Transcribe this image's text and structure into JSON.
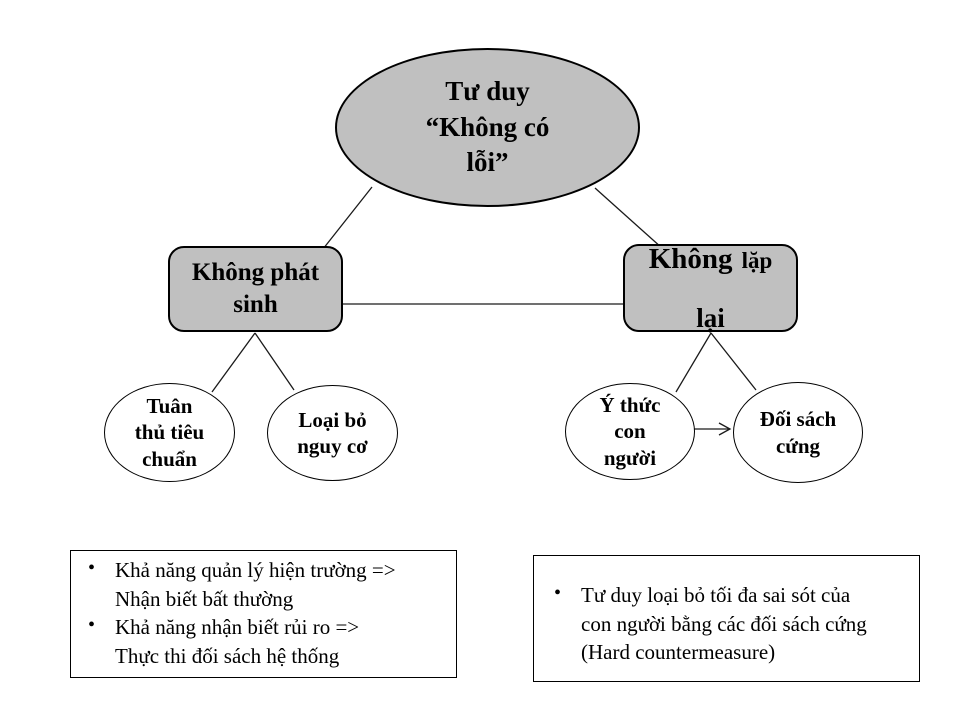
{
  "colors": {
    "node_fill": "#c0c0c0",
    "node_border": "#000000",
    "circle_fill": "#ffffff",
    "line": "#1a1a1a",
    "background": "#ffffff"
  },
  "nodes": {
    "root": {
      "label": "Tư duy\n“Không có\nlỗi”"
    },
    "no_occur": {
      "label": "Không phát\nsinh"
    },
    "no_repeat": {
      "word_large": "Không",
      "word_small": "lặp",
      "line2": "lại"
    },
    "standards": {
      "label": "Tuân\nthủ tiêu\nchuẩn"
    },
    "risk_elimination": {
      "label": "Loại bỏ\nnguy cơ"
    },
    "human_awareness": {
      "label": "Ý thức\ncon\nngười"
    },
    "hard_countermeasure": {
      "label": "Đối sách\ncứng"
    }
  },
  "notes": {
    "bullet_glyph": "•",
    "left": {
      "bullets": [
        "Khả năng quản lý hiện trường =>\nNhận biết bất thường",
        "Khả năng nhận biết rủi ro =>\nThực thi đối sách hệ thống"
      ]
    },
    "right": {
      "bullets": [
        "Tư duy loại bỏ tối đa sai sót của\ncon người bằng các đối sách cứng\n(Hard countermeasure)"
      ]
    }
  }
}
